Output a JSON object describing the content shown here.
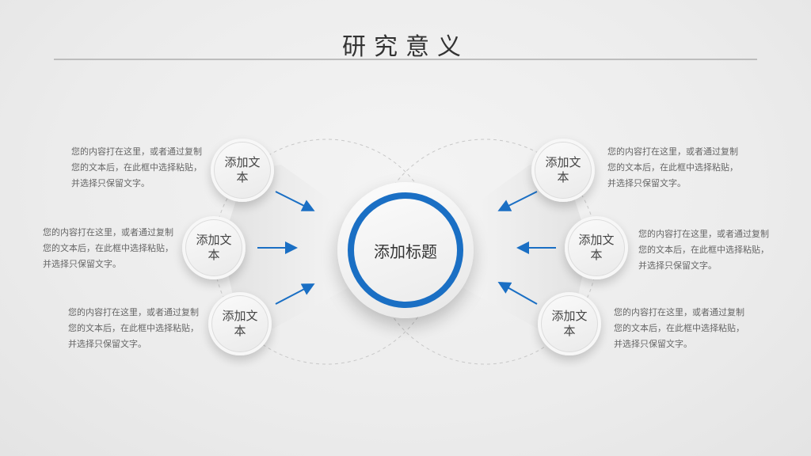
{
  "title": "研究意义",
  "center_label": "添加标题",
  "accent_color": "#1a6fc4",
  "nodes": [
    {
      "label": "添加文本"
    },
    {
      "label": "添加文本"
    },
    {
      "label": "添加文本"
    },
    {
      "label": "添加文本"
    },
    {
      "label": "添加文本"
    },
    {
      "label": "添加文本"
    }
  ],
  "descriptions": [
    {
      "text": "您的内容打在这里，或者通过复制您的文本后，在此框中选择粘贴，并选择只保留文字。"
    },
    {
      "text": "您的内容打在这里，或者通过复制您的文本后，在此框中选择粘贴，并选择只保留文字。"
    },
    {
      "text": "您的内容打在这里，或者通过复制您的文本后，在此框中选择粘贴，并选择只保留文字。"
    },
    {
      "text": "您的内容打在这里，或者通过复制您的文本后，在此框中选择粘贴，并选择只保留文字。"
    },
    {
      "text": "您的内容打在这里，或者通过复制您的文本后，在此框中选择粘贴，并选择只保留文字。"
    },
    {
      "text": "您的内容打在这里，或者通过复制您的文本后，在此框中选择粘贴，并选择只保留文字。"
    }
  ]
}
